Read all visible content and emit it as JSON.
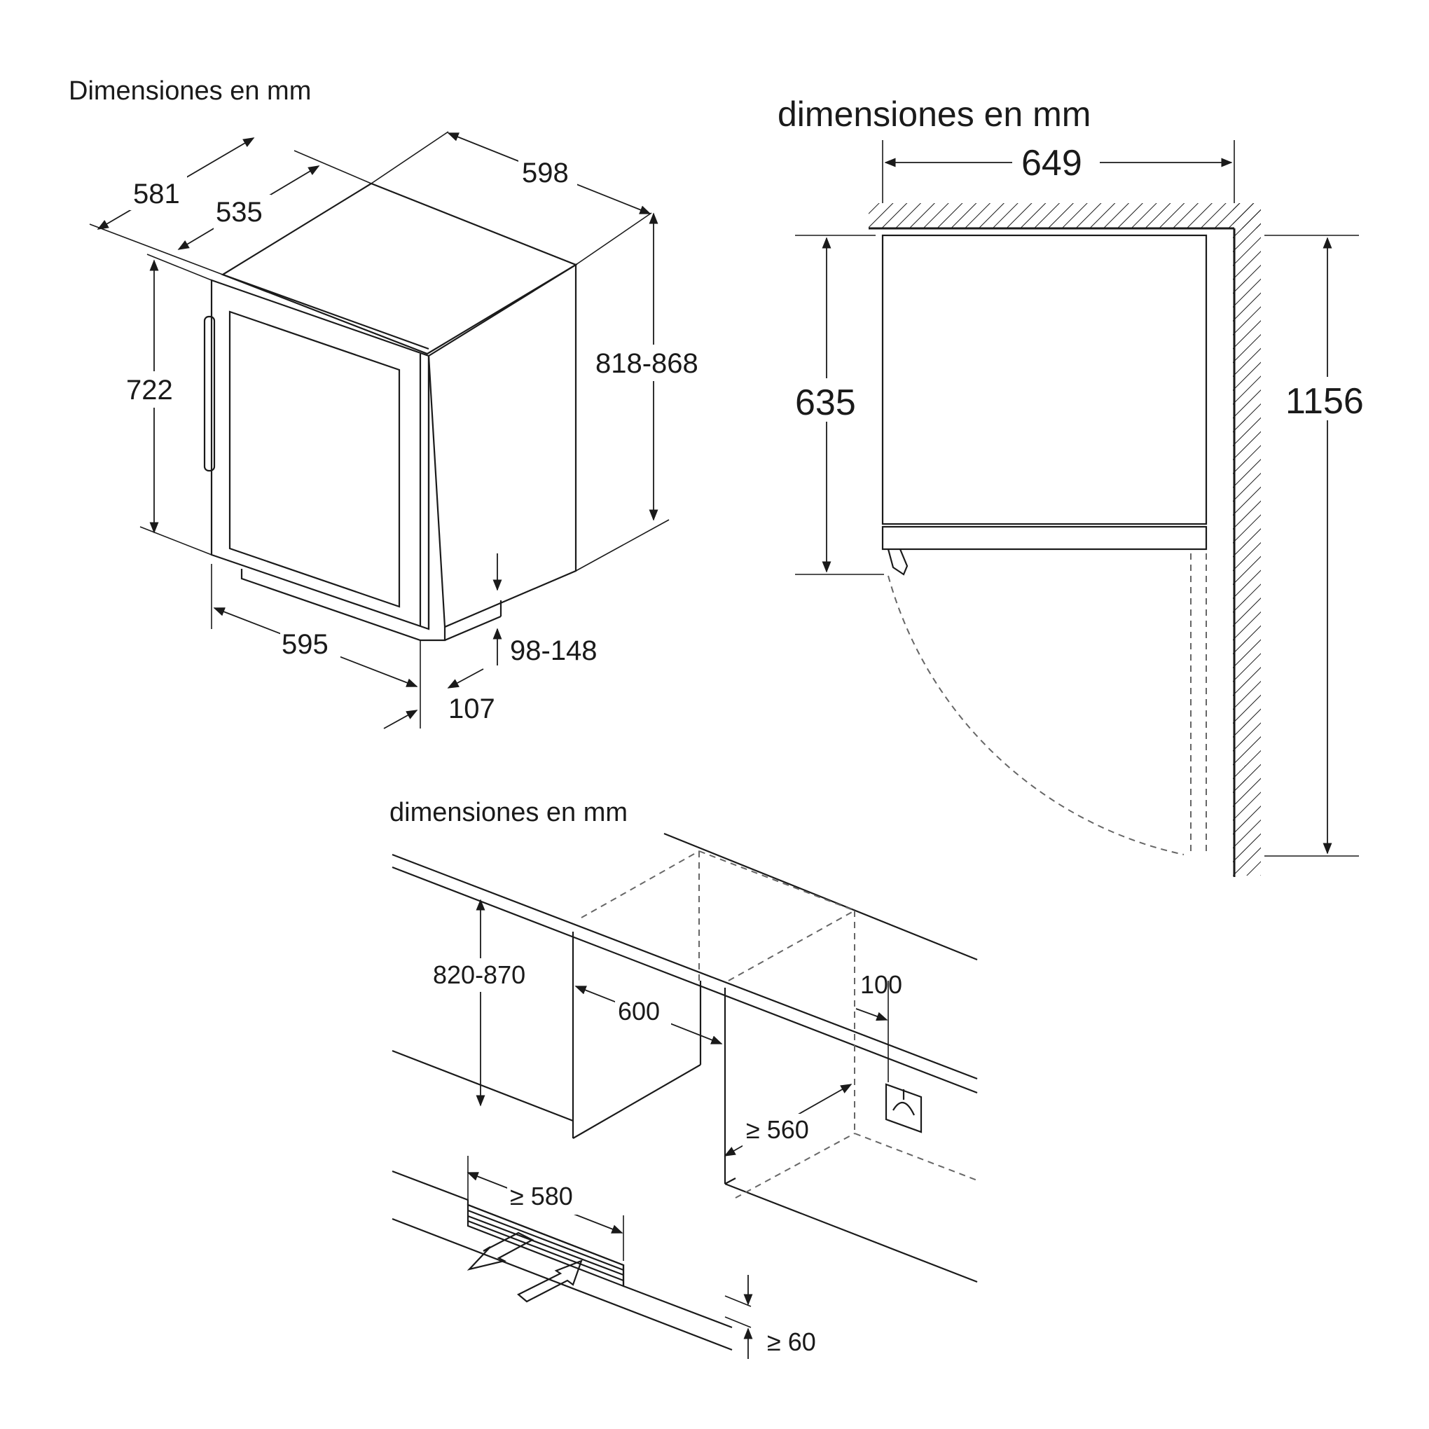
{
  "views": {
    "isometric": {
      "title": "Dimensiones en mm",
      "labels": {
        "depth_total": "581",
        "depth_body": "535",
        "width_top": "598",
        "height_total": "818-868",
        "height_body": "722",
        "width_front": "595",
        "plinth": "98-148",
        "offset": "107"
      }
    },
    "plan": {
      "title": "dimensiones en mm",
      "labels": {
        "depth": "649",
        "door_depth": "635",
        "opened_total": "1156"
      }
    },
    "installation": {
      "title": "dimensiones en mm",
      "labels": {
        "niche_height": "820-870",
        "niche_width": "600",
        "socket_offset": "100",
        "niche_depth": "≥ 560",
        "vent_width": "≥ 580",
        "vent_height": "≥ 60"
      }
    }
  },
  "colors": {
    "ink": "#1a1a1a",
    "dashed": "#666666",
    "background": "#ffffff"
  }
}
